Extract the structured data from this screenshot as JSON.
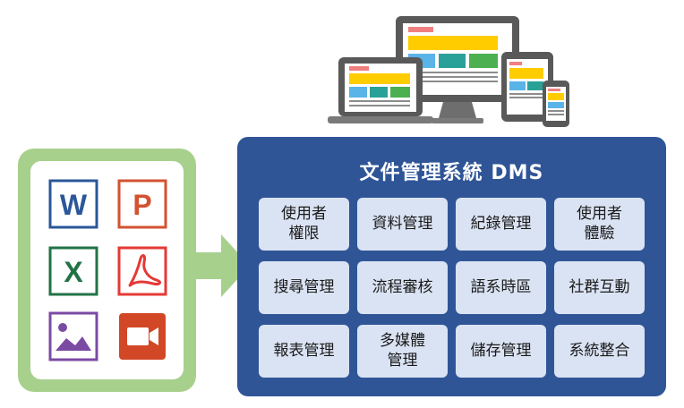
{
  "title": "文件管理系統 DMS",
  "colors": {
    "panel_bg": "#2f5597",
    "cell_bg": "#dae3f3",
    "green_frame": "#a8d08d",
    "word": "#2b579a",
    "powerpoint": "#d35230",
    "excel": "#217346",
    "pdf": "#e53935",
    "image": "#7b4ba3",
    "video": "#d24726"
  },
  "file_icons": [
    {
      "name": "word-icon",
      "letter": "W"
    },
    {
      "name": "powerpoint-icon",
      "letter": "P"
    },
    {
      "name": "excel-icon",
      "letter": "X"
    },
    {
      "name": "pdf-icon"
    },
    {
      "name": "image-icon"
    },
    {
      "name": "video-icon"
    }
  ],
  "modules": [
    "使用者\n權限",
    "資料管理",
    "紀錄管理",
    "使用者\n體驗",
    "搜尋管理",
    "流程審核",
    "語系時區",
    "社群互動",
    "報表管理",
    "多媒體\n管理",
    "儲存管理",
    "系統整合"
  ]
}
